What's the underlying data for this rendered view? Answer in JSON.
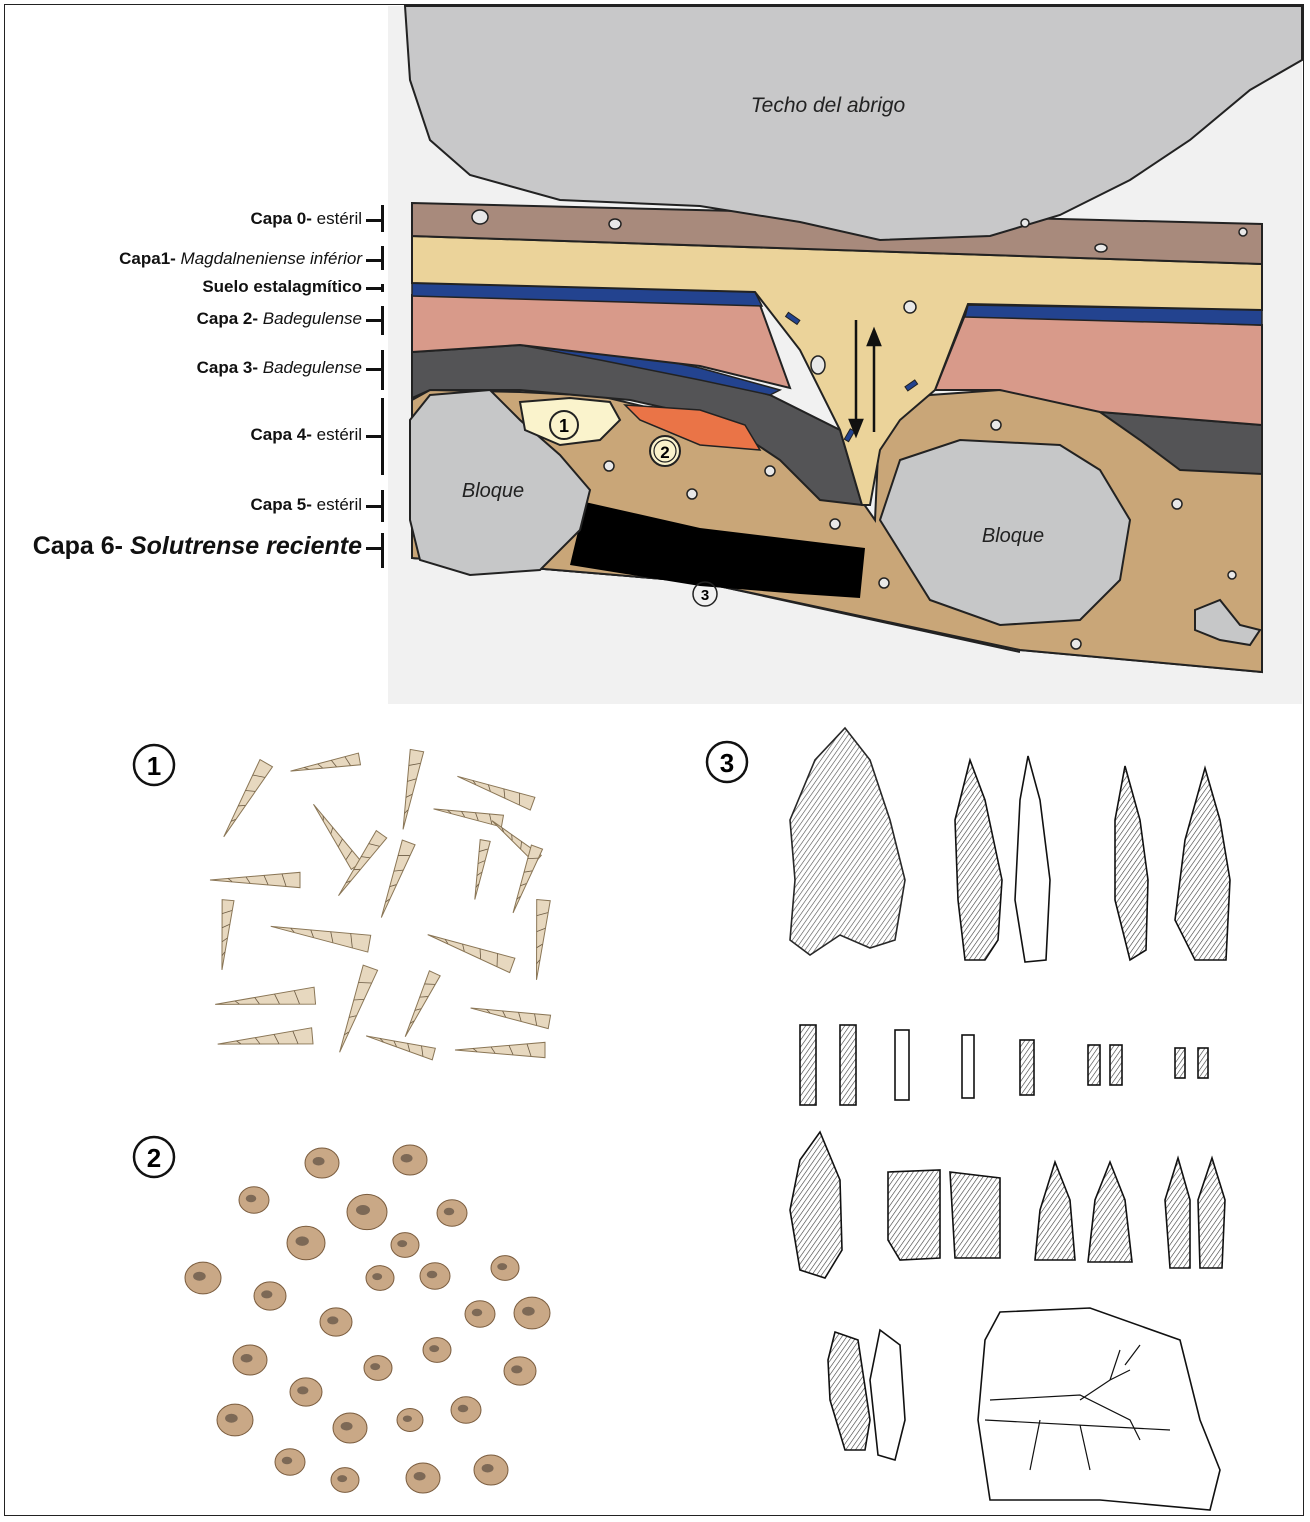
{
  "layers": [
    {
      "name": "Capa 0-",
      "desc": " estéril",
      "desc_italic": false
    },
    {
      "name": "Capa1-",
      "desc": " Magdalneniense inférior",
      "desc_italic": true
    },
    {
      "name": "Suelo estalagmítico",
      "desc": "",
      "desc_italic": false
    },
    {
      "name": "Capa 2-",
      "desc": " Badegulense",
      "desc_italic": true
    },
    {
      "name": "Capa 3-",
      "desc": " Badegulense",
      "desc_italic": true
    },
    {
      "name": "Capa 4-",
      "desc": " estéril",
      "desc_italic": false
    },
    {
      "name": "Capa 5-",
      "desc": " estéril",
      "desc_italic": false
    },
    {
      "name": "Capa 6-",
      "desc": " Solutrense reciente",
      "desc_italic": true
    }
  ],
  "diagram": {
    "roof_label": "Techo del abrigo",
    "block_label_left": "Bloque",
    "block_label_right": "Bloque",
    "marker_1": "1",
    "marker_2": "2",
    "marker_3": "3"
  },
  "panels": {
    "panel_1": "1",
    "panel_2": "2",
    "panel_3": "3"
  },
  "colors": {
    "roof": "#c8c8c9",
    "capa0": "#a88a7c",
    "capa1": "#ebd39a",
    "stalagmitic": "#23438f",
    "capa2": "#d89a8a",
    "capa3": "#545456",
    "capa4": "#c9a678",
    "capa6": "#000000",
    "base": "#f5b893",
    "orange_lens": "#ea7447",
    "block": "#c6c7c8"
  }
}
